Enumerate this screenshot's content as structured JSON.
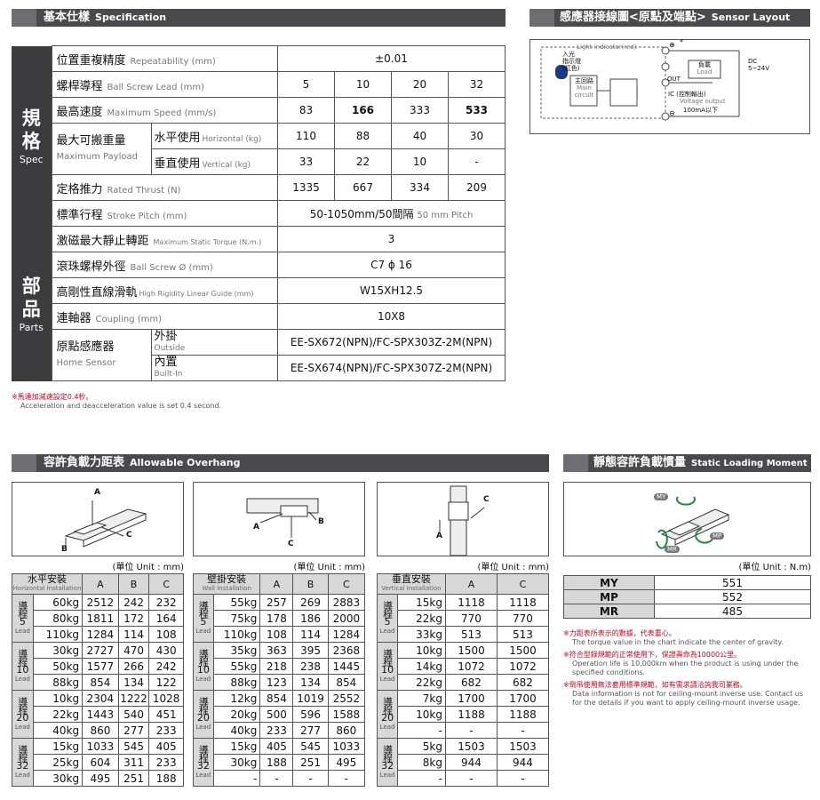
{
  "spec_header": {
    "zh": "基本仕樣",
    "en": "Specification"
  },
  "sensor_header": {
    "zh": "感應器接線圖<原點及端點>",
    "en": "Sensor Layout"
  },
  "sensor": {
    "indicator": "Light indicator(red)",
    "light_zh": "入光",
    "show_zh": "指示燈",
    "red_zh": "(紅色)",
    "main_zh": "主回路",
    "main_en": "Main",
    "circuit_en": "circuit",
    "load_zh": "負載",
    "load_en": "Load",
    "out": "OUT",
    "ic": "IC (控制輸出)",
    "vout": "Voltage output",
    "ma": "100mA以下",
    "dc": "DC",
    "volt": "5~24V",
    "plus": "⊕",
    "minus": "⊖",
    "star": "*"
  },
  "spec": {
    "sec1_big": [
      "規",
      "格"
    ],
    "sec1_en": "Spec",
    "sec2_big": [
      "部",
      "品"
    ],
    "sec2_en": "Parts",
    "rep": {
      "zh": "位置重複精度",
      "en": "Repeatability (mm)",
      "val": "±0.01"
    },
    "lead": {
      "zh": "螺桿導程",
      "en": "Ball Screw Lead (mm)",
      "vals": [
        "5",
        "10",
        "20",
        "32"
      ]
    },
    "speed": {
      "zh": "最高速度",
      "en": "Maximum Speed (mm/s)",
      "vals": [
        "83",
        "166",
        "333",
        "533"
      ]
    },
    "payload": {
      "zh": "最大可搬重量",
      "en": "Maximum Payload",
      "h_zh": "水平使用",
      "h_en": "Horizontal (kg)",
      "h_vals": [
        "110",
        "88",
        "40",
        "30"
      ],
      "v_zh": "垂直使用",
      "v_en": "Vertical (kg)",
      "v_vals": [
        "33",
        "22",
        "10",
        "-"
      ]
    },
    "thrust": {
      "zh": "定格推力",
      "en": "Rated Thrust (N)",
      "vals": [
        "1335",
        "667",
        "334",
        "209"
      ]
    },
    "stroke": {
      "zh": "標準行程",
      "en": "Stroke Pitch (mm)",
      "val": "50-1050mm/50間隔",
      "val_en": "50 mm Pitch"
    },
    "torque": {
      "zh": "激磁最大靜止轉距",
      "en": "Maximum Static Torque (N.m.)",
      "val": "3"
    },
    "screw": {
      "zh": "滾珠螺桿外徑",
      "en": "Ball Screw Ø (mm)",
      "val": "C7 ϕ 16"
    },
    "guide": {
      "zh": "高剛性直線滑軌",
      "en": "High Rigidity Linear Guide (mm)",
      "val": "W15XH12.5"
    },
    "coupling": {
      "zh": "連軸器",
      "en": "Coupling (mm)",
      "val": "10X8"
    },
    "home": {
      "zh": "原點感應器",
      "en": "Home Sensor",
      "out_zh": "外掛",
      "out_en": "Outside",
      "in_zh": "內置",
      "in_en": "Built-In",
      "out_val": "EE-SX672(NPN)/FC-SPX303Z-2M(NPN)",
      "in_val": "EE-SX674(NPN)/FC-SPX307Z-2M(NPN)"
    }
  },
  "spec_note": {
    "zh": "※馬達加減速設定0.4秒。",
    "en": "Acceleration and deacceleration value is set 0.4 second."
  },
  "overhang_header": {
    "zh": "容許負載力距表",
    "en": "Allowable Overhang"
  },
  "static_header": {
    "zh": "靜態容許負載慣量",
    "en": "Static Loading Moment"
  },
  "unit_mm": "(單位 Unit : mm)",
  "unit_nm": "(單位 Unit : N.m)",
  "diag": {
    "a": "A",
    "b": "B",
    "c": "C",
    "my": "MY",
    "mp": "MP",
    "mr": "MR"
  },
  "lead_zh": "導程",
  "lead_en": "Lead",
  "horizontal": {
    "zh": "水平安裝",
    "en": "Horizontal Installation",
    "cols": [
      "A",
      "B",
      "C"
    ],
    "groups": [
      {
        "lead": "5",
        "rows": [
          [
            "60kg",
            "2512",
            "242",
            "232"
          ],
          [
            "80kg",
            "1811",
            "172",
            "164"
          ],
          [
            "110kg",
            "1284",
            "114",
            "108"
          ]
        ]
      },
      {
        "lead": "10",
        "rows": [
          [
            "30kg",
            "2727",
            "470",
            "430"
          ],
          [
            "50kg",
            "1577",
            "266",
            "242"
          ],
          [
            "88kg",
            "854",
            "134",
            "122"
          ]
        ]
      },
      {
        "lead": "20",
        "rows": [
          [
            "10kg",
            "2304",
            "1222",
            "1028"
          ],
          [
            "22kg",
            "1443",
            "540",
            "451"
          ],
          [
            "40kg",
            "860",
            "277",
            "233"
          ]
        ]
      },
      {
        "lead": "32",
        "rows": [
          [
            "15kg",
            "1033",
            "545",
            "405"
          ],
          [
            "25kg",
            "604",
            "311",
            "233"
          ],
          [
            "30kg",
            "495",
            "251",
            "188"
          ]
        ]
      }
    ]
  },
  "wall": {
    "zh": "壁掛安裝",
    "en": "Wall Installation",
    "cols": [
      "A",
      "B",
      "C"
    ],
    "groups": [
      {
        "lead": "5",
        "rows": [
          [
            "55kg",
            "257",
            "269",
            "2883"
          ],
          [
            "75kg",
            "178",
            "186",
            "2000"
          ],
          [
            "110kg",
            "108",
            "114",
            "1284"
          ]
        ]
      },
      {
        "lead": "10",
        "rows": [
          [
            "35kg",
            "363",
            "395",
            "2368"
          ],
          [
            "55kg",
            "218",
            "238",
            "1445"
          ],
          [
            "88kg",
            "123",
            "134",
            "854"
          ]
        ]
      },
      {
        "lead": "20",
        "rows": [
          [
            "12kg",
            "854",
            "1019",
            "2552"
          ],
          [
            "20kg",
            "500",
            "596",
            "1588"
          ],
          [
            "40kg",
            "233",
            "277",
            "860"
          ]
        ]
      },
      {
        "lead": "32",
        "rows": [
          [
            "15kg",
            "405",
            "545",
            "1033"
          ],
          [
            "30kg",
            "188",
            "251",
            "495"
          ],
          [
            "-",
            "-",
            "-",
            "-"
          ]
        ]
      }
    ]
  },
  "vertical": {
    "zh": "垂直安裝",
    "en": "Vertical Installation",
    "cols": [
      "A",
      "C"
    ],
    "groups": [
      {
        "lead": "5",
        "rows": [
          [
            "15kg",
            "1118",
            "1118"
          ],
          [
            "22kg",
            "770",
            "770"
          ],
          [
            "33kg",
            "513",
            "513"
          ]
        ]
      },
      {
        "lead": "10",
        "rows": [
          [
            "10kg",
            "1500",
            "1500"
          ],
          [
            "14kg",
            "1072",
            "1072"
          ],
          [
            "22kg",
            "682",
            "682"
          ]
        ]
      },
      {
        "lead": "20",
        "rows": [
          [
            "7kg",
            "1700",
            "1700"
          ],
          [
            "10kg",
            "1188",
            "1188"
          ],
          [
            "-",
            "-",
            "-"
          ]
        ]
      },
      {
        "lead": "32",
        "rows": [
          [
            "5kg",
            "1503",
            "1503"
          ],
          [
            "8kg",
            "944",
            "944"
          ],
          [
            "-",
            "-",
            "-"
          ]
        ]
      }
    ]
  },
  "static_rows": [
    [
      "MY",
      "551"
    ],
    [
      "MP",
      "552"
    ],
    [
      "MR",
      "485"
    ]
  ],
  "static_notes": [
    {
      "zh": "※力距表所表示的數據，代表重心。",
      "en": "The torque value in the chart indicate the center of gravity."
    },
    {
      "zh": "※符合型錄規範的正常使用下，保證壽命為10000公里。",
      "en": "Operation life is 10,000km when the product is using under the specified conditions."
    },
    {
      "zh": "※倒吊使用無法套用標準規範，如有需求請洽詢我司業務。",
      "en": "Data information is not for ceiling-mount inverse use. Contact us for the details if you want to apply ceiling-mount inverse usage."
    }
  ]
}
